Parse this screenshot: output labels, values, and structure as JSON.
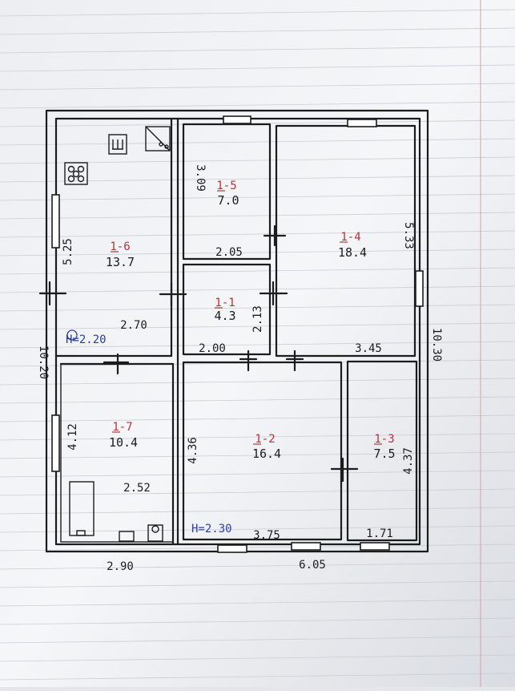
{
  "rooms": [
    {
      "id": "1-6",
      "number": "1-6",
      "area": "13.7"
    },
    {
      "id": "1-5",
      "number": "1-5",
      "area": "7.0"
    },
    {
      "id": "1-4",
      "number": "1-4",
      "area": "18.4"
    },
    {
      "id": "1-1",
      "number": "1-1",
      "area": "4.3"
    },
    {
      "id": "1-7",
      "number": "1-7",
      "area": "10.4"
    },
    {
      "id": "1-2",
      "number": "1-2",
      "area": "16.4"
    },
    {
      "id": "1-3",
      "number": "1-3",
      "area": "7.5"
    }
  ],
  "dimensions": {
    "d_3_09": "3.09",
    "d_2_05": "2.05",
    "d_5_25": "5.25",
    "d_2_70": "2.70",
    "d_5_33": "5.33",
    "d_2_13": "2.13",
    "d_2_00": "2.00",
    "d_3_45": "3.45",
    "d_10_20": "10.20",
    "d_10_30": "10.30",
    "d_4_12": "4.12",
    "d_2_52": "2.52",
    "d_4_36": "4.36",
    "d_3_75": "3.75",
    "d_4_37": "4.37",
    "d_1_71": "1.71",
    "d_2_90": "2.90",
    "d_6_05": "6.05"
  },
  "heights": {
    "h_left": "H=2.20",
    "h_right": "H=2.30"
  },
  "colors": {
    "ink": "#1c1c1c",
    "room_number": "#b8323a",
    "height_note": "#2b3ea8",
    "paper": "#f3f4f6"
  }
}
